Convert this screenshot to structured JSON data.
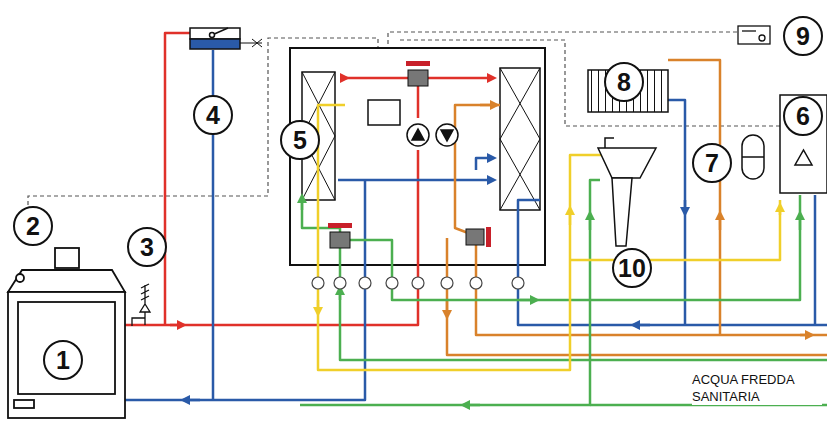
{
  "diagram": {
    "labels": [
      "9",
      "8",
      "4",
      "6",
      "5",
      "7",
      "2",
      "3",
      "10",
      "1",
      "ACQUA FREDDA SANITARIA"
    ]
  }
}
